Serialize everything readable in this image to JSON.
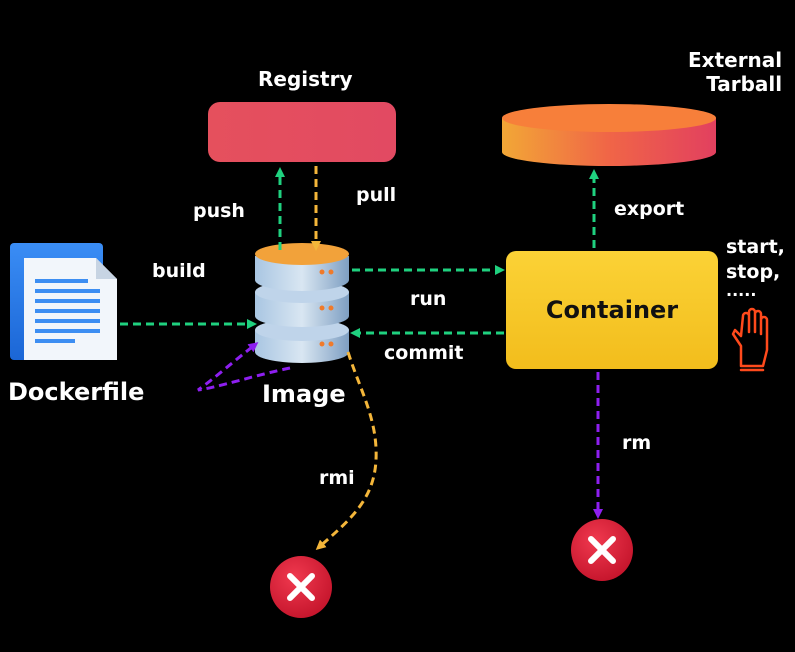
{
  "nodes": {
    "registry": "Registry",
    "tarball": [
      "External",
      "Tarball"
    ],
    "dockerfile": "Dockerfile",
    "image": "Image",
    "container": "Container",
    "lifecycle": [
      "start,",
      "stop,",
      "....."
    ]
  },
  "edges": {
    "push": "push",
    "pull": "pull",
    "build": "build",
    "run": "run",
    "commit": "commit",
    "export": "export",
    "rm": "rm",
    "rmi": "rmi"
  },
  "colors": {
    "green": "#1fd17f",
    "orange": "#f4b63a",
    "purple": "#8e1ff0",
    "registry": "#e5505d",
    "container": "#f8cb2a",
    "delete": "#e11d35"
  }
}
